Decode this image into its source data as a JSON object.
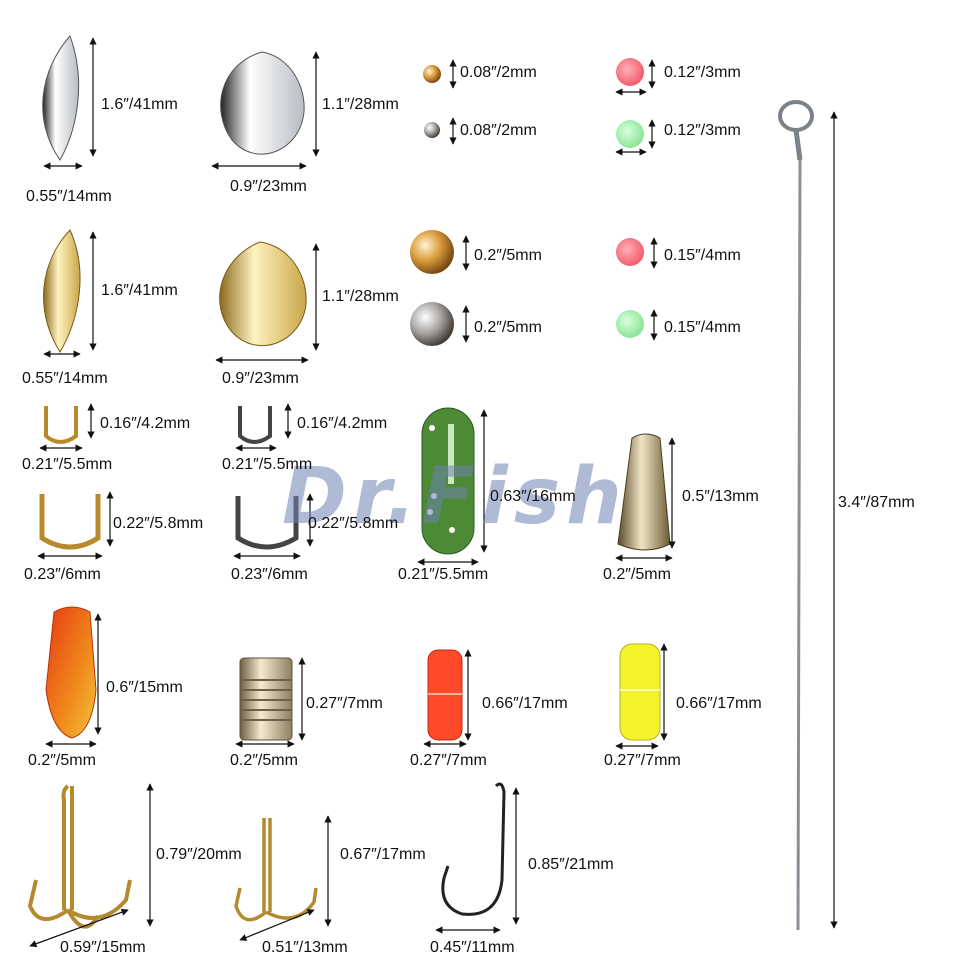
{
  "watermark": "Dr.Fish",
  "colors": {
    "silver": "#c9cdd2",
    "gold": "#d9b95a",
    "green_bobber": "#4f8a3a",
    "orange_bead": "#e8a03a",
    "pink_bead": "#f26d7d",
    "green_bead": "#8ee89a",
    "red_float": "#ff4a2a",
    "yellow_float": "#f2f02a",
    "dim_line": "#111111"
  },
  "labels": {
    "spinner_silver_willow_h": "1.6″/41mm",
    "spinner_silver_willow_w": "0.55″/14mm",
    "spinner_silver_colorado_h": "1.1″/28mm",
    "spinner_silver_colorado_w": "0.9″/23mm",
    "bead_gold_small": "0.08″/2mm",
    "bead_silver_small": "0.08″/2mm",
    "bead_pink_small": "0.12″/3mm",
    "bead_green_small": "0.12″/3mm",
    "spinner_gold_willow_h": "1.6″/41mm",
    "spinner_gold_willow_w": "0.55″/14mm",
    "spinner_gold_colorado_h": "1.1″/28mm",
    "spinner_gold_colorado_w": "0.9″/23mm",
    "bead_gold_large": "0.2″/5mm",
    "bead_silver_large": "0.2″/5mm",
    "bead_pink_large": "0.15″/4mm",
    "bead_green_large": "0.15″/4mm",
    "clevis_gold_small_h": "0.16″/4.2mm",
    "clevis_gold_small_w": "0.21″/5.5mm",
    "clevis_black_small_h": "0.16″/4.2mm",
    "clevis_black_small_w": "0.21″/5.5mm",
    "clevis_gold_large_h": "0.22″/5.8mm",
    "clevis_gold_large_w": "0.23″/6mm",
    "clevis_black_large_h": "0.22″/5.8mm",
    "clevis_black_large_w": "0.23″/6mm",
    "bobber_green_h": "0.63″/16mm",
    "bobber_green_w": "0.21″/5.5mm",
    "bullet_weight_h": "0.5″/13mm",
    "bullet_weight_w": "0.2″/5mm",
    "float_orange_h": "0.6″/15mm",
    "float_orange_w": "0.2″/5mm",
    "body_brass_h": "0.27″/7mm",
    "body_brass_w": "0.2″/5mm",
    "float_red_h": "0.66″/17mm",
    "float_red_w": "0.27″/7mm",
    "float_yellow_h": "0.66″/17mm",
    "float_yellow_w": "0.27″/7mm",
    "treble_large_h": "0.79″/20mm",
    "treble_large_w": "0.59″/15mm",
    "treble_small_h": "0.67″/17mm",
    "treble_small_w": "0.51″/13mm",
    "hook_h": "0.85″/21mm",
    "hook_w": "0.45″/11mm",
    "wire_h": "3.4″/87mm"
  }
}
